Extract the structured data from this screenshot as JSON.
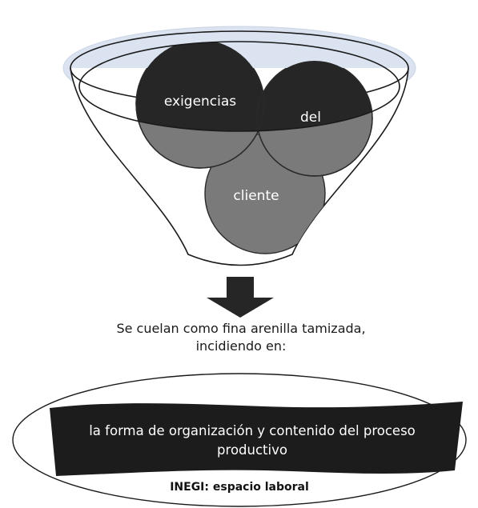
{
  "funnel": {
    "circles": [
      {
        "label": "exigencias"
      },
      {
        "label": "del"
      },
      {
        "label": "cliente"
      }
    ]
  },
  "caption": {
    "line1": "Se cuelan como fina arenilla tamizada,",
    "line2": "incidiendo en:"
  },
  "band": {
    "line1": "la forma de organización y contenido del proceso",
    "line2": "productivo"
  },
  "footer": {
    "label": "INEGI: espacio laboral"
  },
  "colors": {
    "funnel_rim_fill": "#dbe3f0",
    "circle_dark": "#262626",
    "circle_gray": "#7a7a7a",
    "arrow": "#262626",
    "band": "#1c1c1c",
    "outline": "#1a1a1a"
  }
}
